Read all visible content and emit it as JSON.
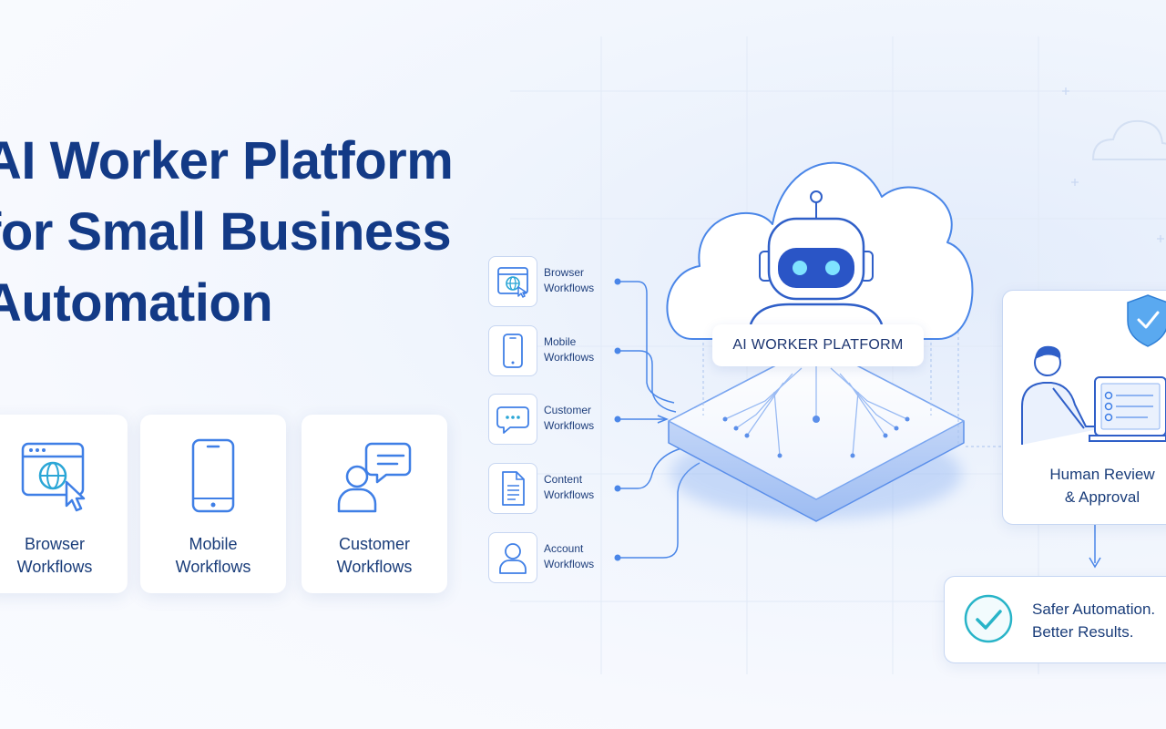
{
  "headline": {
    "line1": "AI Worker Platform",
    "line2": "for Small Business",
    "line3": "Automation"
  },
  "feature_cards": [
    {
      "line1": "Browser",
      "line2": "Workflows",
      "icon": "browser-globe-icon"
    },
    {
      "line1": "Mobile",
      "line2": "Workflows",
      "icon": "smartphone-icon"
    },
    {
      "line1": "Customer",
      "line2": "Workflows",
      "icon": "customer-chat-icon"
    }
  ],
  "workflow_list": [
    {
      "line1": "Browser",
      "line2": "Workflows",
      "icon": "browser-globe-icon"
    },
    {
      "line1": "Mobile",
      "line2": "Workflows",
      "icon": "smartphone-icon"
    },
    {
      "line1": "Customer",
      "line2": "Workflows",
      "icon": "chat-bubble-icon"
    },
    {
      "line1": "Content",
      "line2": "Workflows",
      "icon": "document-icon"
    },
    {
      "line1": "Account",
      "line2": "Workflows",
      "icon": "user-icon"
    }
  ],
  "platform": {
    "label": "AI WORKER PLATFORM",
    "icon": "robot-icon"
  },
  "review": {
    "line1": "Human Review",
    "line2": "& Approval",
    "icon": "person-laptop-icon"
  },
  "result": {
    "line1": "Safer Automation.",
    "line2": "Better Results.",
    "icon": "checkmark-circle-icon"
  },
  "colors": {
    "headline": "#133a86",
    "accent": "#3f7fe6",
    "line": "#4a86e8",
    "check": "#28b4c8"
  }
}
